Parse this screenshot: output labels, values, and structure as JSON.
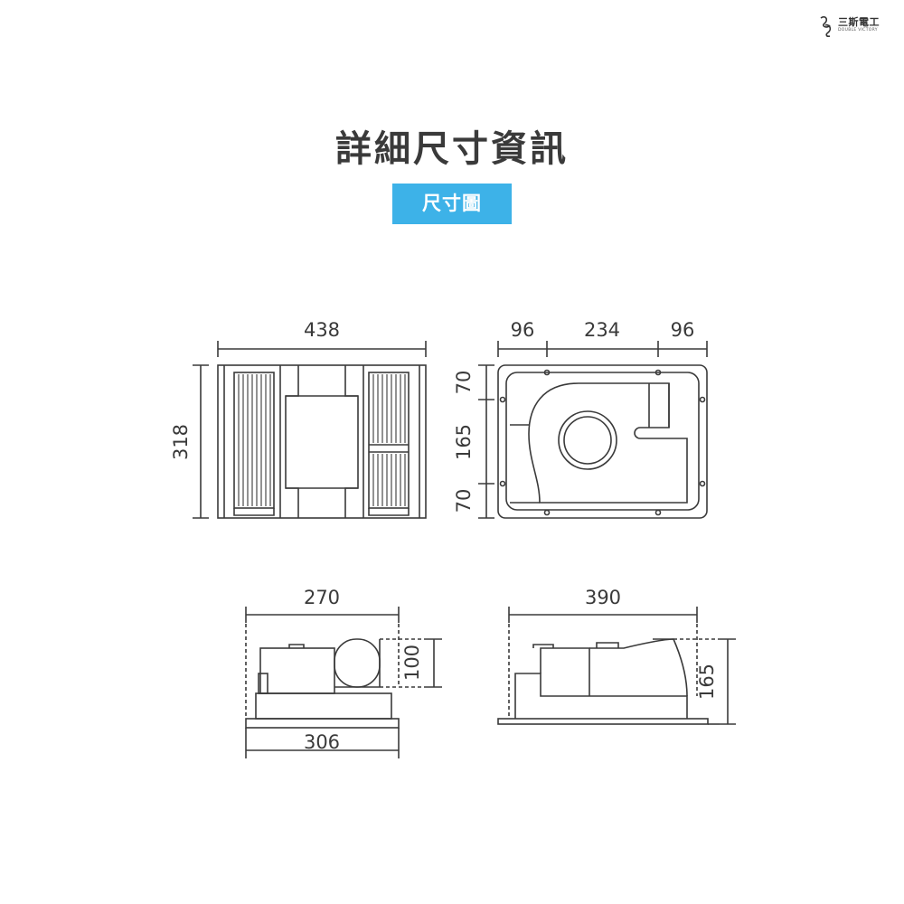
{
  "logo": {
    "name_cn": "三斯電工",
    "name_en": "DOUBLE VICTORY",
    "symbol": "ribbon-logo-icon"
  },
  "header": {
    "title": "詳細尺寸資訊",
    "tag_label": "尺寸圖"
  },
  "views": {
    "top_view": {
      "width": "438",
      "height": "318"
    },
    "bottom_view": {
      "left": "96",
      "middle": "234",
      "right": "96",
      "top": "70",
      "center": "165",
      "bottom": "70"
    },
    "side_view": {
      "top_width": "270",
      "bottom_width": "306",
      "duct": "100"
    },
    "front_view": {
      "width": "390",
      "height": "165"
    }
  },
  "colors": {
    "line": "#3a3a3a",
    "tag_bg": "#3db2e8",
    "tag_text": "#ffffff"
  }
}
